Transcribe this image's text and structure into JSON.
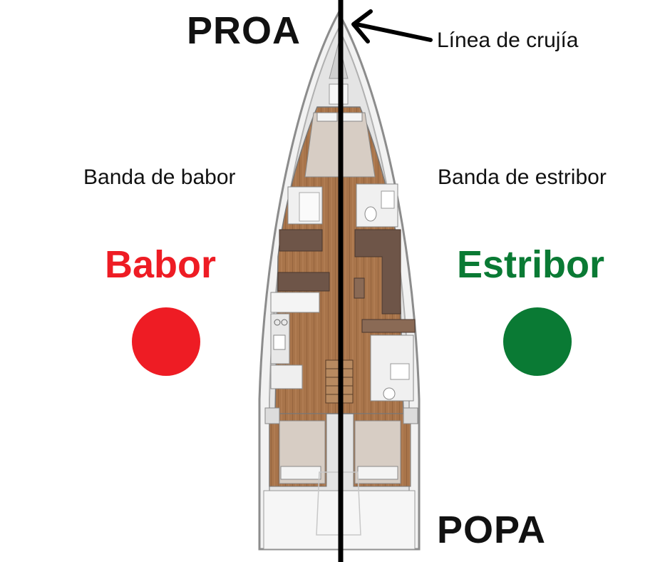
{
  "labels": {
    "bow": "PROA",
    "stern": "POPA",
    "centerline": "Línea de crujía",
    "port_band": "Banda de babor",
    "starboard_band": "Banda de estribor",
    "port": "Babor",
    "starboard": "Estribor"
  },
  "colors": {
    "port": "#ee1c24",
    "starboard": "#0a7a34",
    "centerline": "#000000",
    "hull_outline": "#9a9a9a",
    "deck": "#e6e6e6",
    "wood": "#a8744a",
    "berth": "#d9cfc6",
    "sofa": "#6e5548"
  }
}
